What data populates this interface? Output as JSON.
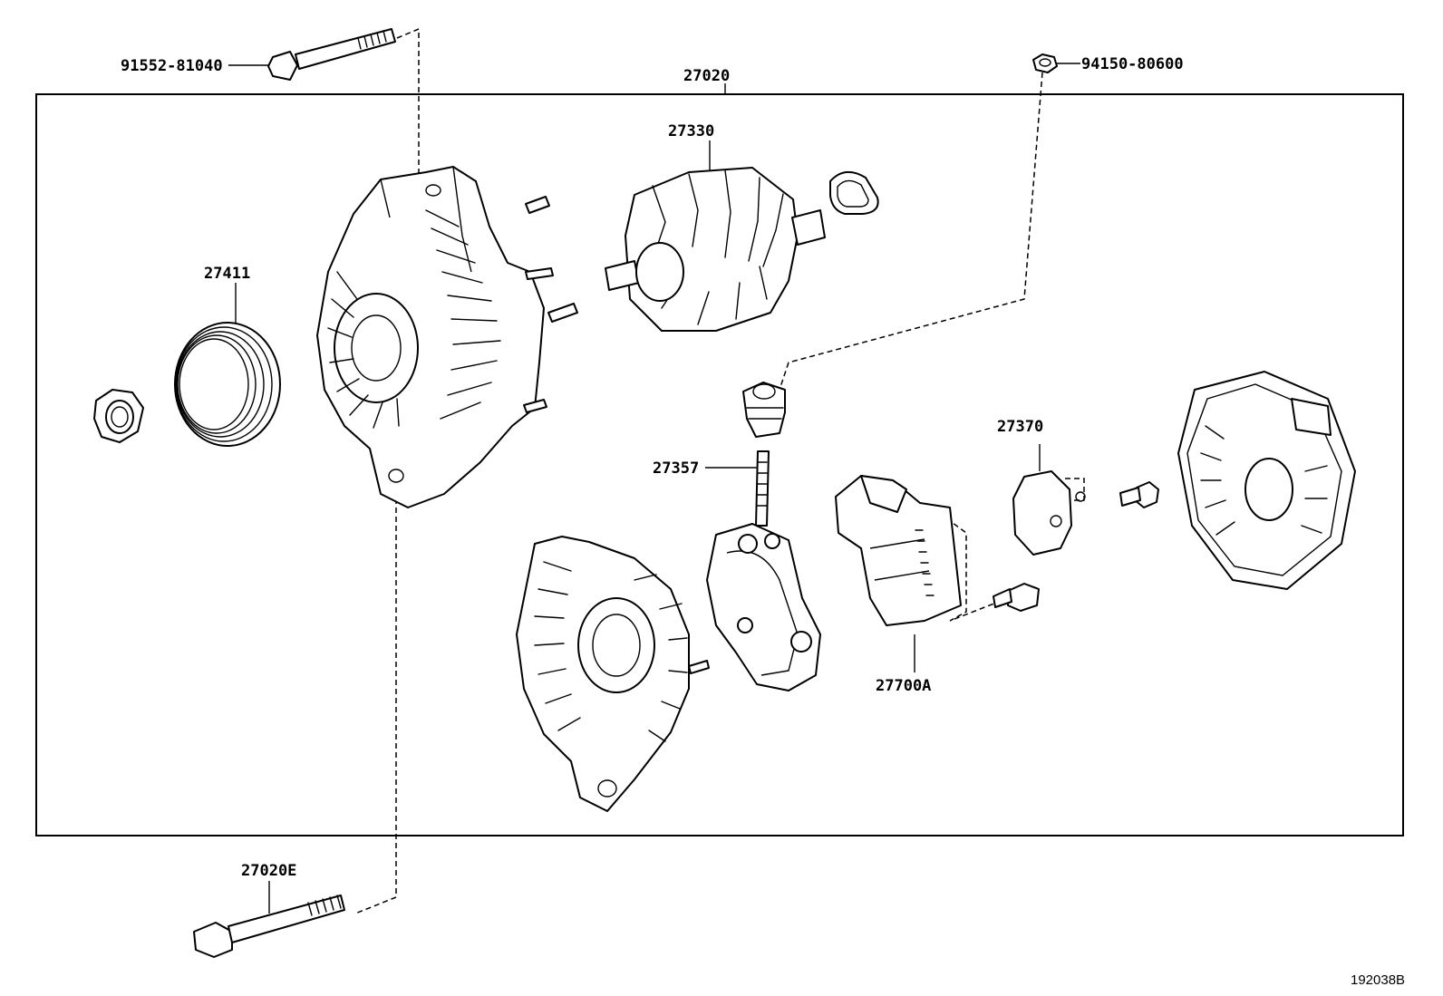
{
  "labels": {
    "bolt_top": "91552-81040",
    "assembly": "27020",
    "nut_top": "94150-80600",
    "rotor": "27330",
    "pulley": "27411",
    "brush_holder": "27370",
    "terminal": "27357",
    "regulator": "27700A",
    "bolt_bottom": "27020E",
    "figure_id": "192038B"
  }
}
